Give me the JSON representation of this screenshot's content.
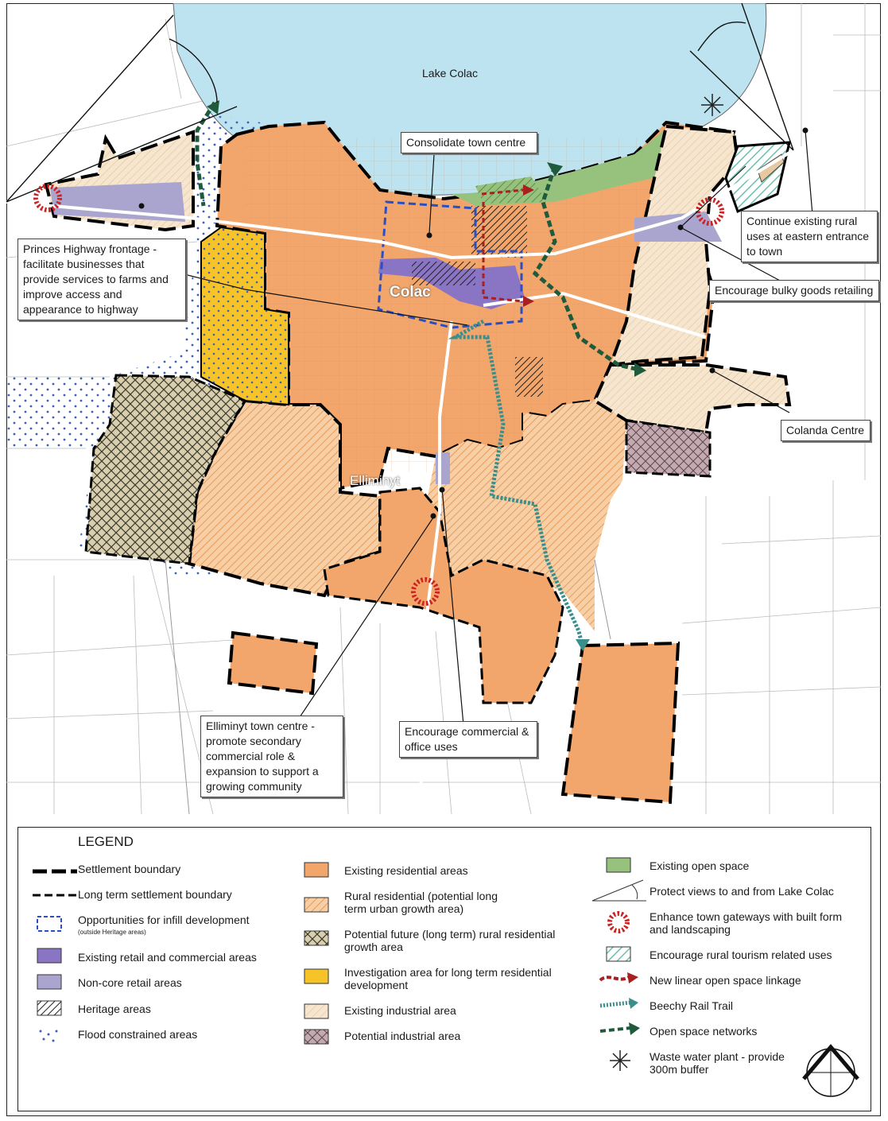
{
  "map": {
    "labels": {
      "lake": "Lake Colac",
      "colac": "Colac",
      "elliminyt": "Elliminyt"
    },
    "callouts": {
      "consolidate": "Consolidate town centre",
      "princes": "Princes Highway frontage - facilitate businesses that provide services to farms and improve  access and appearance to highway",
      "rural_uses": "Continue existing rural uses at eastern entrance to town",
      "bulky": "Encourage bulky goods retailing",
      "colanda": "Colanda Centre",
      "commercial": "Encourage commercial & office uses",
      "elliminyt_centre": "Elliminyt town centre - promote secondary commercial role & expansion to support a growing community"
    },
    "colors": {
      "lake": "#bde3f0",
      "residential": "#f2a66b",
      "retail": "#8a74c4",
      "non_core_retail": "#a9a5cf",
      "investigation": "#f6c428",
      "open_space": "#96c27d",
      "rural_residential": "#f8cfa4",
      "industrial": "#f6e1c6",
      "potential_industrial": "#c5a9b0",
      "future_rural": "#d9cfae",
      "gateway": "#cc2222",
      "linkage": "#a82020",
      "rail_trail": "#3a8f8c",
      "open_network": "#1f5a3c"
    }
  },
  "legend": {
    "title": "LEGEND",
    "col1": [
      {
        "label": "Settlement boundary",
        "icon": "thick-dash-line"
      },
      {
        "label": "Long term settlement boundary",
        "icon": "thin-dash-line"
      },
      {
        "label": "Opportunities for infill development",
        "note": "(outside Heritage areas)",
        "icon": "blue-dashed-box"
      },
      {
        "label": "Existing retail and commercial areas",
        "icon": "purple-box"
      },
      {
        "label": "Non-core retail areas",
        "icon": "lilac-box"
      },
      {
        "label": "Heritage areas",
        "icon": "hatched-box"
      },
      {
        "label": "Flood constrained areas",
        "icon": "blue-dots"
      }
    ],
    "col2": [
      {
        "label": "Existing residential areas",
        "icon": "orange-box"
      },
      {
        "label": "Rural residential (potential long term urban growth area)",
        "icon": "orange-hatch-box"
      },
      {
        "label": "Potential future (long term) rural residential growth area",
        "icon": "crosshatch-box"
      },
      {
        "label": "Investigation area for long term residential development",
        "icon": "yellow-box"
      },
      {
        "label": "Existing industrial area",
        "icon": "beige-hatch-box"
      },
      {
        "label": "Potential industrial area",
        "icon": "mauve-crosshatch-box"
      }
    ],
    "col3": [
      {
        "label": "Existing open space",
        "icon": "green-box"
      },
      {
        "label": "Protect views to and from Lake Colac",
        "icon": "view-angle"
      },
      {
        "label": "Enhance town gateways with built form and landscaping",
        "icon": "gateway-burst"
      },
      {
        "label": "Encourage rural tourism related uses",
        "icon": "teal-hatch-box"
      },
      {
        "label": "New linear open space linkage",
        "icon": "red-arrow"
      },
      {
        "label": "Beechy Rail Trail",
        "icon": "teal-dotted-arrow"
      },
      {
        "label": "Open space networks",
        "icon": "green-dashed-arrow"
      },
      {
        "label": "Waste water plant - provide 300m buffer",
        "icon": "asterisk-symbol"
      }
    ]
  }
}
